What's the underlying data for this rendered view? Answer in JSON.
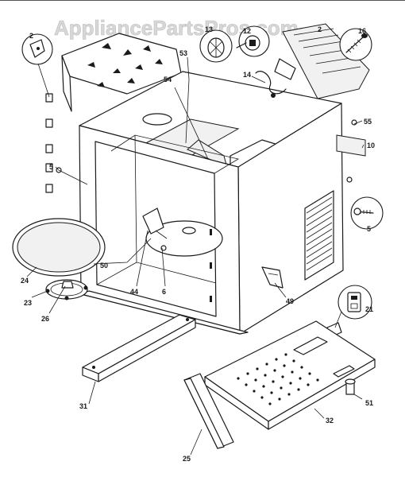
{
  "watermark": "AppliancePartsPros.com",
  "callouts": {
    "c2_left": "2",
    "c13": "13",
    "c12": "12",
    "c2_top": "2",
    "c16": "16",
    "c53": "53",
    "c54": "54",
    "c14": "14",
    "c55": "55",
    "c10": "10",
    "c5_left": "5",
    "c5_right": "5",
    "c24": "24",
    "c50": "50",
    "c44": "44",
    "c6": "6",
    "c23": "23",
    "c26": "26",
    "c49": "49",
    "c21": "21",
    "c31": "31",
    "c25": "25",
    "c32": "32",
    "c51": "51"
  }
}
